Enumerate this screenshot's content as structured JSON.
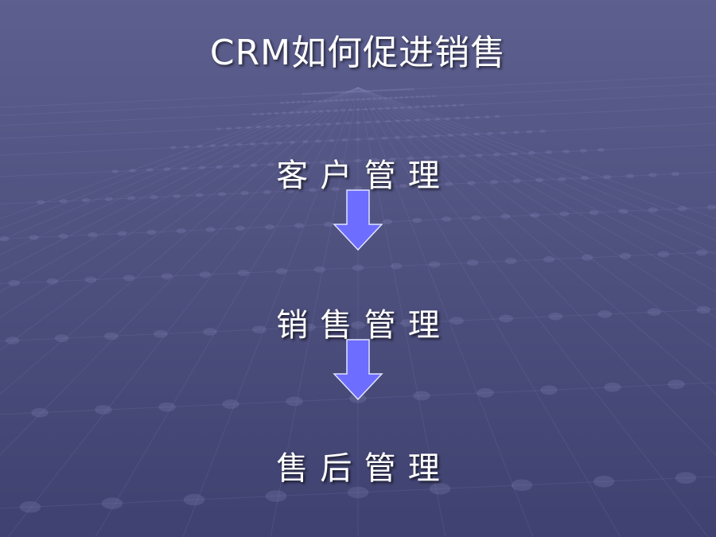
{
  "slide": {
    "title": "CRM如何促进销售"
  },
  "flow": {
    "steps": [
      {
        "label": "客户管理"
      },
      {
        "label": "销售管理"
      },
      {
        "label": "售后管理"
      }
    ]
  },
  "colors": {
    "background_top": "#5d5f8f",
    "background_bottom": "#3f4170",
    "arrow_fill": "#6d6dff",
    "arrow_stroke": "#e0e4ff",
    "text": "#ffffff"
  },
  "icons": {
    "arrow": "arrow-down-icon"
  }
}
